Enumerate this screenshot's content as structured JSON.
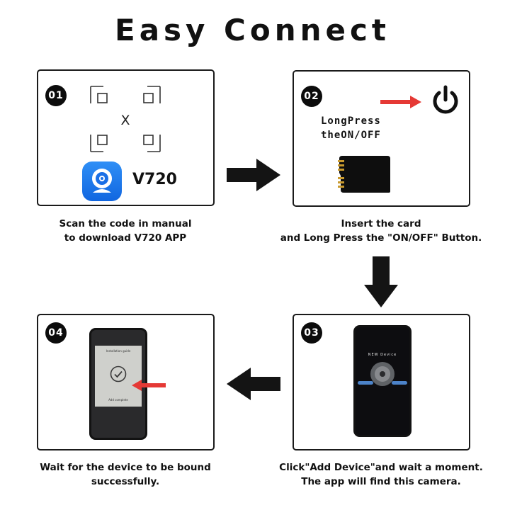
{
  "title": "Easy Connect",
  "steps": [
    {
      "badge": "01",
      "caption": [
        "Scan the code in manual",
        "to download V720 APP"
      ],
      "app_name": "V720",
      "qr_center": "X",
      "icons": [
        "qr-code-icon",
        "v720-app-icon"
      ]
    },
    {
      "badge": "02",
      "caption": [
        "Insert the card",
        "and Long Press the \"ON/OFF\" Button."
      ],
      "instruction": [
        "LongPress",
        "theON/OFF"
      ],
      "icons": [
        "red-arrow-icon",
        "power-icon",
        "sd-card-icon"
      ]
    },
    {
      "badge": "03",
      "caption": [
        "Click\"Add Device\"and wait a moment.",
        "The app will find this camera."
      ],
      "screen_title": "NEW Device",
      "icons": [
        "phone-icon",
        "camera-lens-icon"
      ]
    },
    {
      "badge": "04",
      "caption": [
        "Wait for the device to be bound",
        "successfully."
      ],
      "screen_title": "Installation guide",
      "screen_footer": "Add complete",
      "icons": [
        "phone-icon",
        "check-circle-icon",
        "red-arrow-icon"
      ]
    }
  ],
  "colors": {
    "accent_red": "#e53935",
    "app_blue": "#1a73e8",
    "arrow_black": "#141414"
  }
}
